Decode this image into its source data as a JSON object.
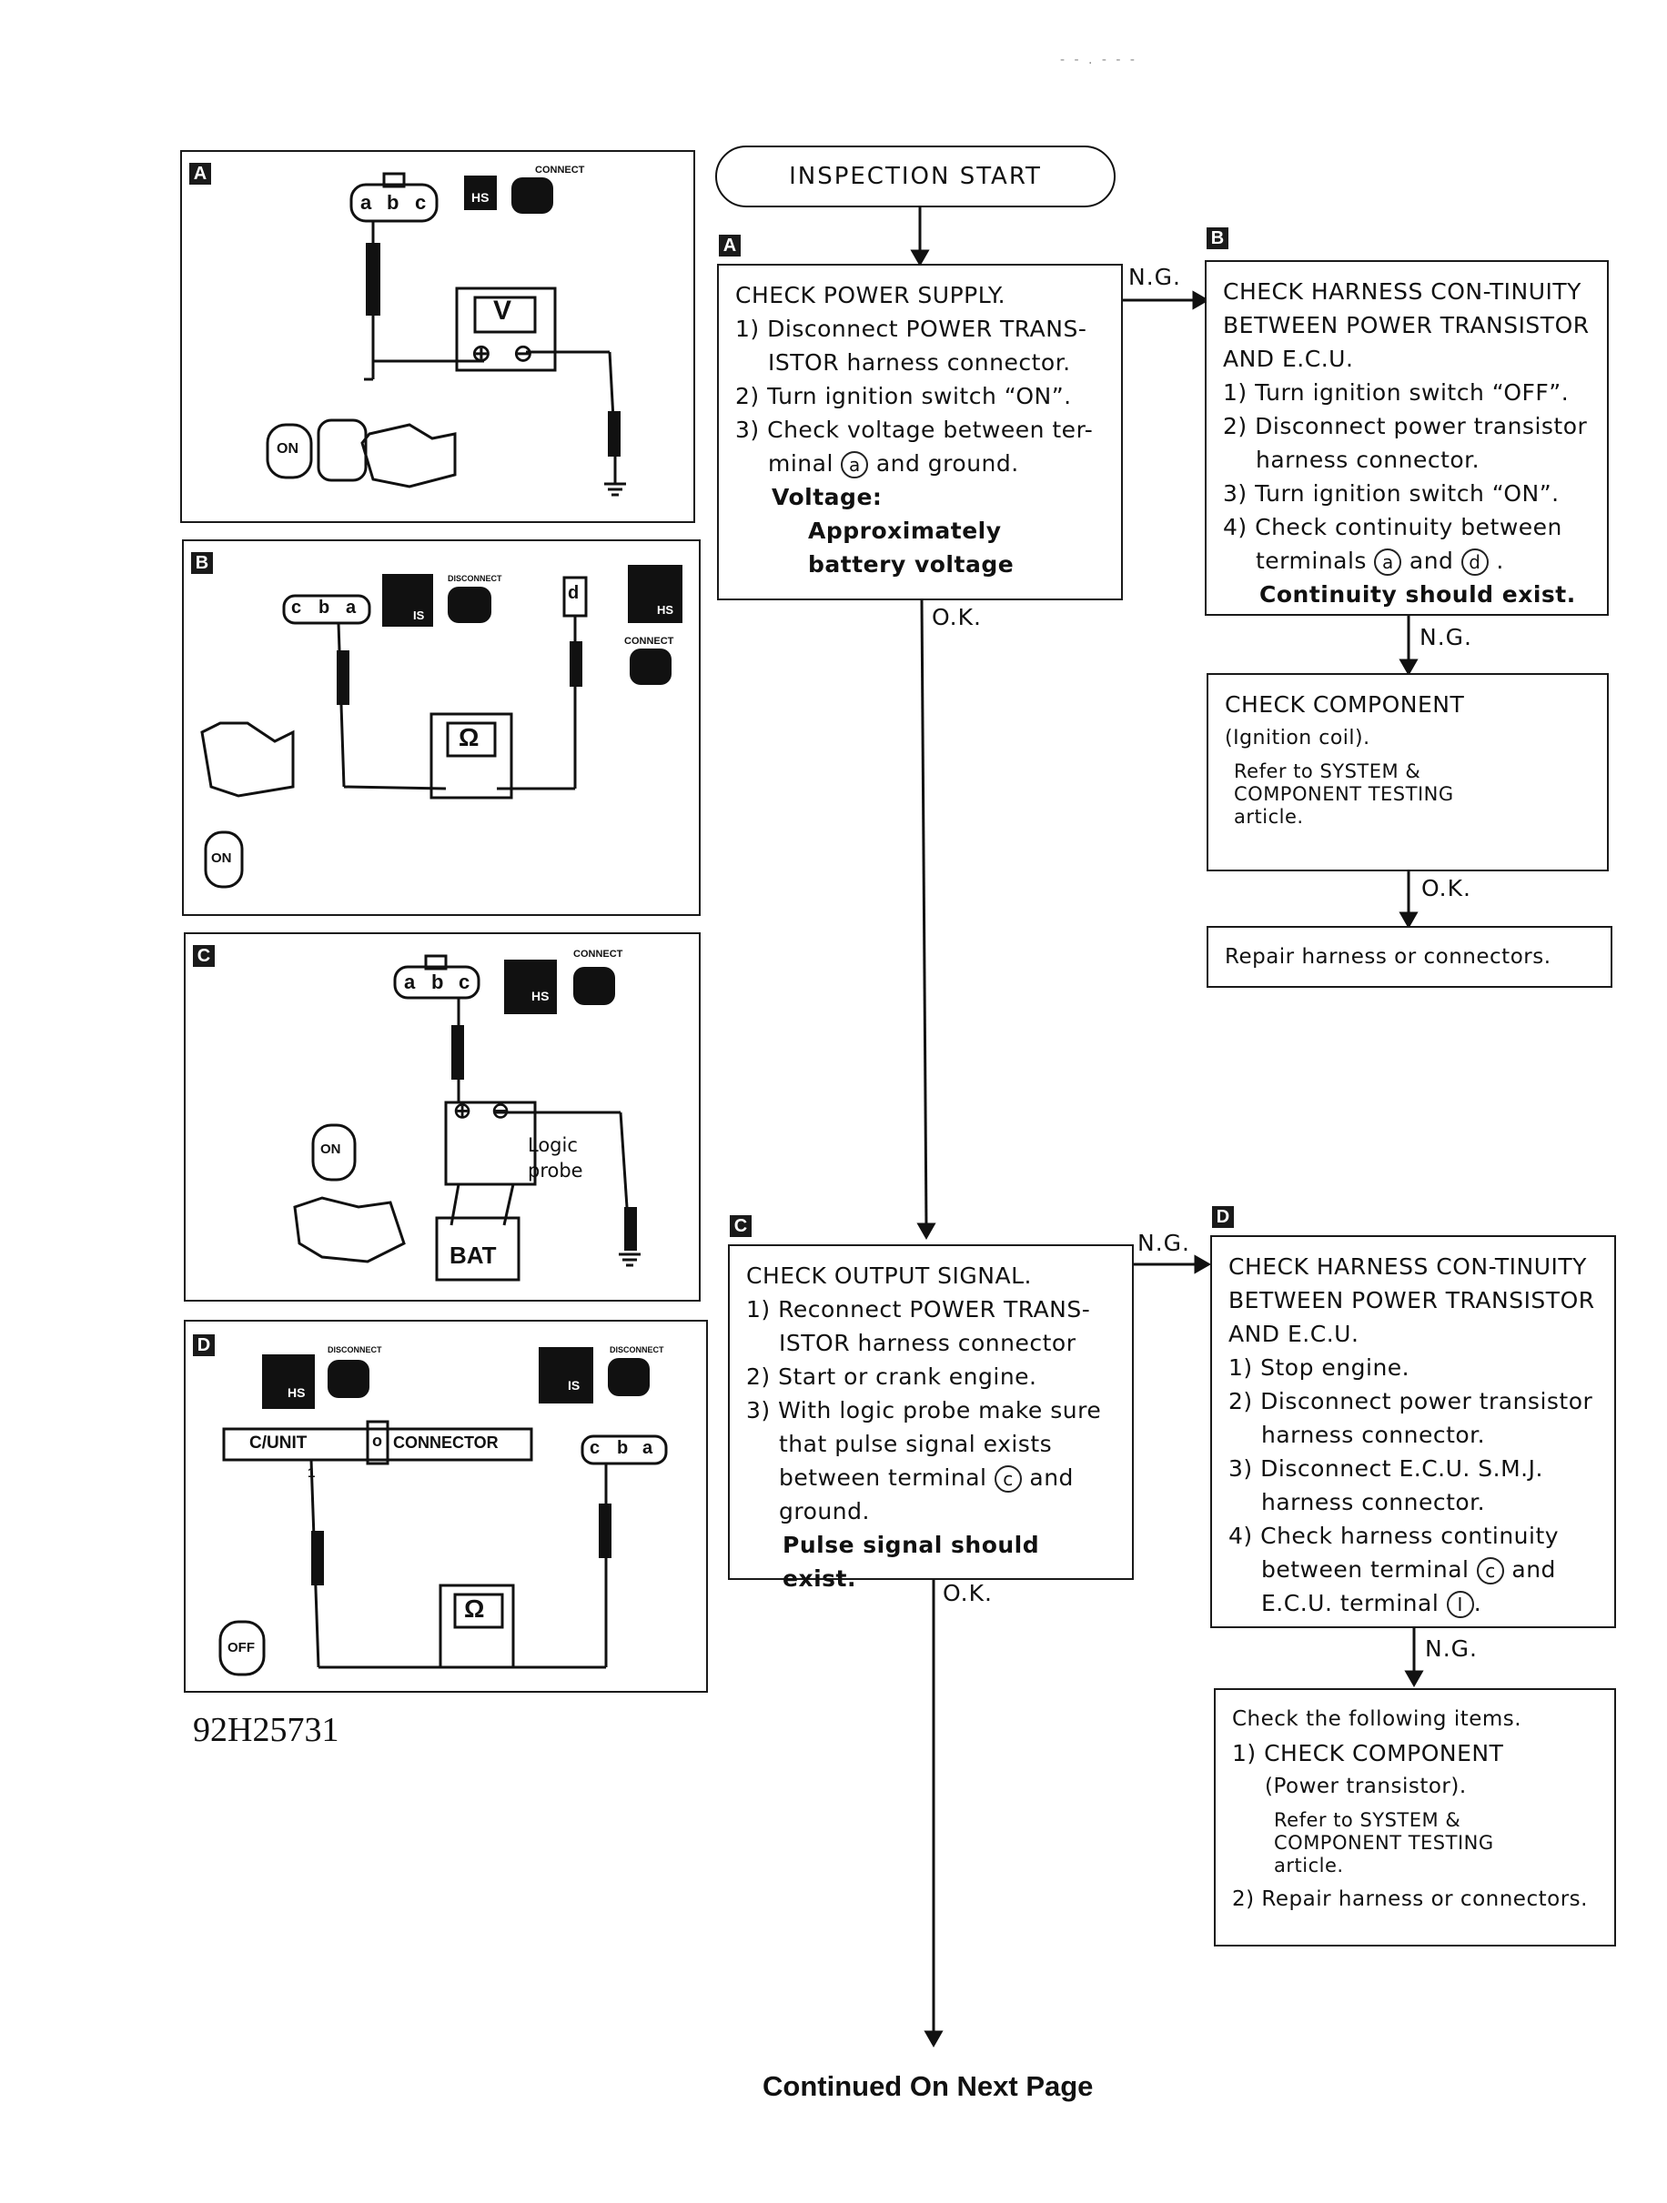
{
  "header_marks": "- - .   -   - -",
  "figure_code": "92H25731",
  "footer": "Continued On Next Page",
  "panels": {
    "A": {
      "tag": "A",
      "connector": [
        "a",
        "b",
        "c"
      ],
      "meter": "V",
      "plus": "⊕",
      "minus": "⊖",
      "hs": "HS",
      "connect": "CONNECT",
      "key": "ON"
    },
    "B": {
      "tag": "B",
      "connector": [
        "c",
        "b",
        "a"
      ],
      "pin": "d",
      "meter": "Ω",
      "is": "IS",
      "hs": "HS",
      "disconnect": "DISCONNECT",
      "connect": "CONNECT",
      "key": "ON"
    },
    "C": {
      "tag": "C",
      "connector": [
        "a",
        "b",
        "c"
      ],
      "hs": "HS",
      "connect": "CONNECT",
      "probe_label": "Logic\nprobe",
      "plus": "⊕",
      "minus": "⊖",
      "bat": "BAT",
      "key": "ON"
    },
    "D": {
      "tag": "D",
      "hs": "HS",
      "is": "IS",
      "disconnect": "DISCONNECT",
      "cunit": "C/UNIT",
      "connector_word": "CONNECTOR",
      "pin_o": "o",
      "pin1": "1",
      "connector": [
        "c",
        "b",
        "a"
      ],
      "meter": "Ω",
      "key": "OFF"
    }
  },
  "flow": {
    "start": "INSPECTION START",
    "A": {
      "tag": "A",
      "title": "CHECK POWER SUPPLY.",
      "steps": [
        {
          "n": "1)",
          "text": "Disconnect POWER TRANS-ISTOR harness connector."
        },
        {
          "n": "2)",
          "text": "Turn ignition switch “ON”."
        },
        {
          "n": "3)",
          "pre": "Check voltage between ter-minal",
          "circ": "a",
          "post": "and ground."
        }
      ],
      "voltage_label": "Voltage:",
      "voltage_value": "Approximately battery voltage"
    },
    "B": {
      "tag": "B",
      "title": "CHECK HARNESS CON-TINUITY BETWEEN POWER TRANSISTOR AND E.C.U.",
      "steps": [
        {
          "n": "1)",
          "text": "Turn ignition switch “OFF”."
        },
        {
          "n": "2)",
          "text": "Disconnect power transistor harness connector."
        },
        {
          "n": "3)",
          "text": "Turn ignition switch “ON”."
        },
        {
          "n": "4)",
          "pre": "Check continuity between terminals",
          "circ1": "a",
          "mid": "and",
          "circ2": "d",
          "post": "."
        }
      ],
      "result": "Continuity should exist."
    },
    "comp1": {
      "title": "CHECK COMPONENT",
      "sub": "(Ignition coil).",
      "ref": "Refer to SYSTEM & COMPONENT TESTING article."
    },
    "repair1": "Repair harness or connectors.",
    "C": {
      "tag": "C",
      "title": "CHECK OUTPUT SIGNAL.",
      "steps": [
        {
          "n": "1)",
          "text": "Reconnect POWER TRANS-ISTOR harness connector"
        },
        {
          "n": "2)",
          "text": "Start or crank engine."
        },
        {
          "n": "3)",
          "pre": "With logic probe make sure that pulse signal exists between terminal",
          "circ": "c",
          "post": "and ground."
        }
      ],
      "result": "Pulse signal should exist."
    },
    "D": {
      "tag": "D",
      "title": "CHECK HARNESS CON-TINUITY BETWEEN POWER TRANSISTOR AND E.C.U.",
      "steps": [
        {
          "n": "1)",
          "text": "Stop engine."
        },
        {
          "n": "2)",
          "text": "Disconnect power transistor harness connector."
        },
        {
          "n": "3)",
          "text": "Disconnect E.C.U. S.M.J. harness connector."
        },
        {
          "n": "4)",
          "pre": "Check harness continuity between terminal",
          "circ1": "c",
          "mid": "and E.C.U. terminal",
          "circ2": "I",
          "post": "."
        }
      ]
    },
    "final": {
      "head": "Check the following items.",
      "item1": "1) CHECK COMPONENT",
      "item1_sub": "(Power transistor).",
      "ref": "Refer to SYSTEM & COMPONENT TESTING article.",
      "item2": "2) Repair harness or connectors."
    },
    "labels": {
      "ng": "N.G.",
      "ok": "O.K."
    }
  }
}
